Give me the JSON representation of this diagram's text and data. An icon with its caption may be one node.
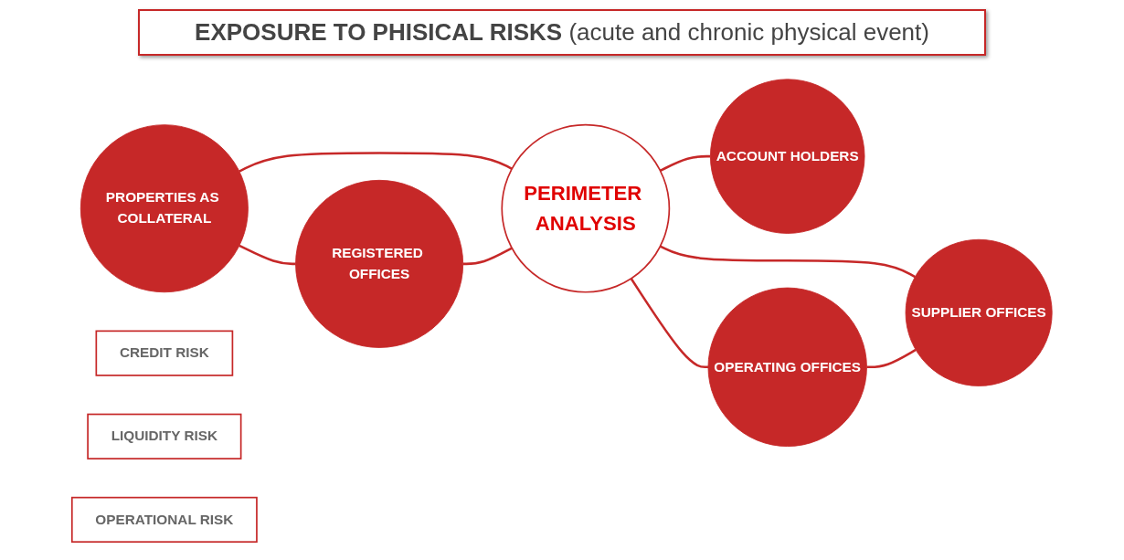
{
  "diagram": {
    "title": "**EXPOSURE TO PHISICAL RISKS** (acute and chronic physical event)",
    "nodes": [
      {
        "text": [
          "PERIMETER ANALYSIS"
        ]
      },
      {
        "text": [
          "PROPERTIES AS COLLATERAL"
        ]
      },
      {
        "text": [
          "REGISTERED OFFICES"
        ]
      },
      {
        "text": [
          "ACCOUNT HOLDERS"
        ]
      },
      {
        "text": [
          "OPERATING OFFICES"
        ]
      },
      {
        "text": [
          "SUPPLIER OFFICES"
        ]
      },
      {
        "text": [
          "CREDIT RISK"
        ]
      },
      {
        "text": [
          "LIQUIDITY RISK"
        ]
      },
      {
        "text": [
          "OPERATIONAL RISK"
        ]
      }
    ],
    "edges": [
      {
        "from": 1,
        "to": 0,
        "arrow": "none"
      },
      {
        "from": 2,
        "to": 0,
        "arrow": "none"
      },
      {
        "from": 0,
        "to": 3,
        "arrow": "none"
      },
      {
        "from": 0,
        "to": 4,
        "arrow": "none"
      },
      {
        "from": 0,
        "to": 5,
        "arrow": "none"
      },
      {
        "from": 1,
        "to": 2,
        "arrow": "none"
      },
      {
        "from": 4,
        "to": 5,
        "arrow": "none"
      }
    ]
  }
}
